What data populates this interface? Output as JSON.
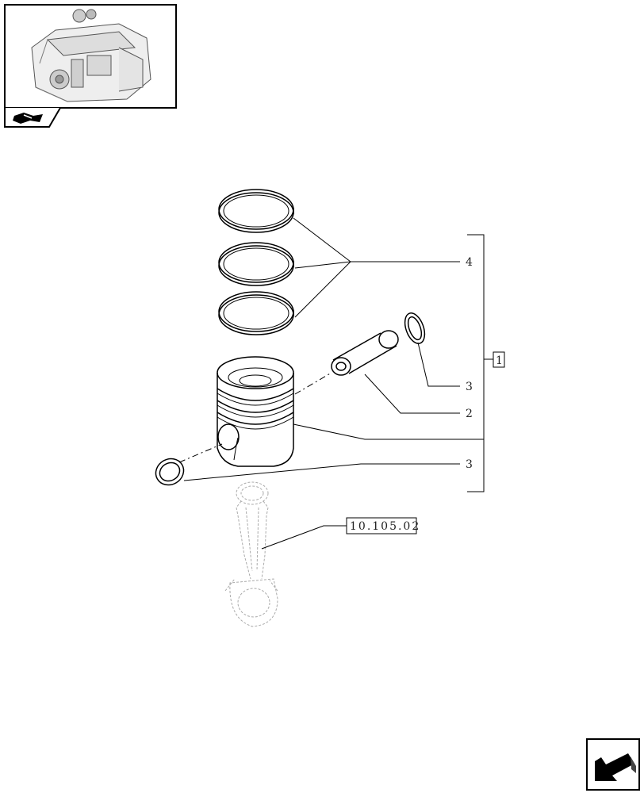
{
  "callouts": {
    "rings": "4",
    "circlip_right": "3",
    "pin": "2",
    "circlip_left": "3",
    "assembly": "1"
  },
  "reference": {
    "connecting_rod": "10.105.02"
  },
  "icons": {
    "thumbnail": "engine-thumbnail-icon",
    "section": "book-icon",
    "navigate": "next-page-arrow-icon"
  }
}
